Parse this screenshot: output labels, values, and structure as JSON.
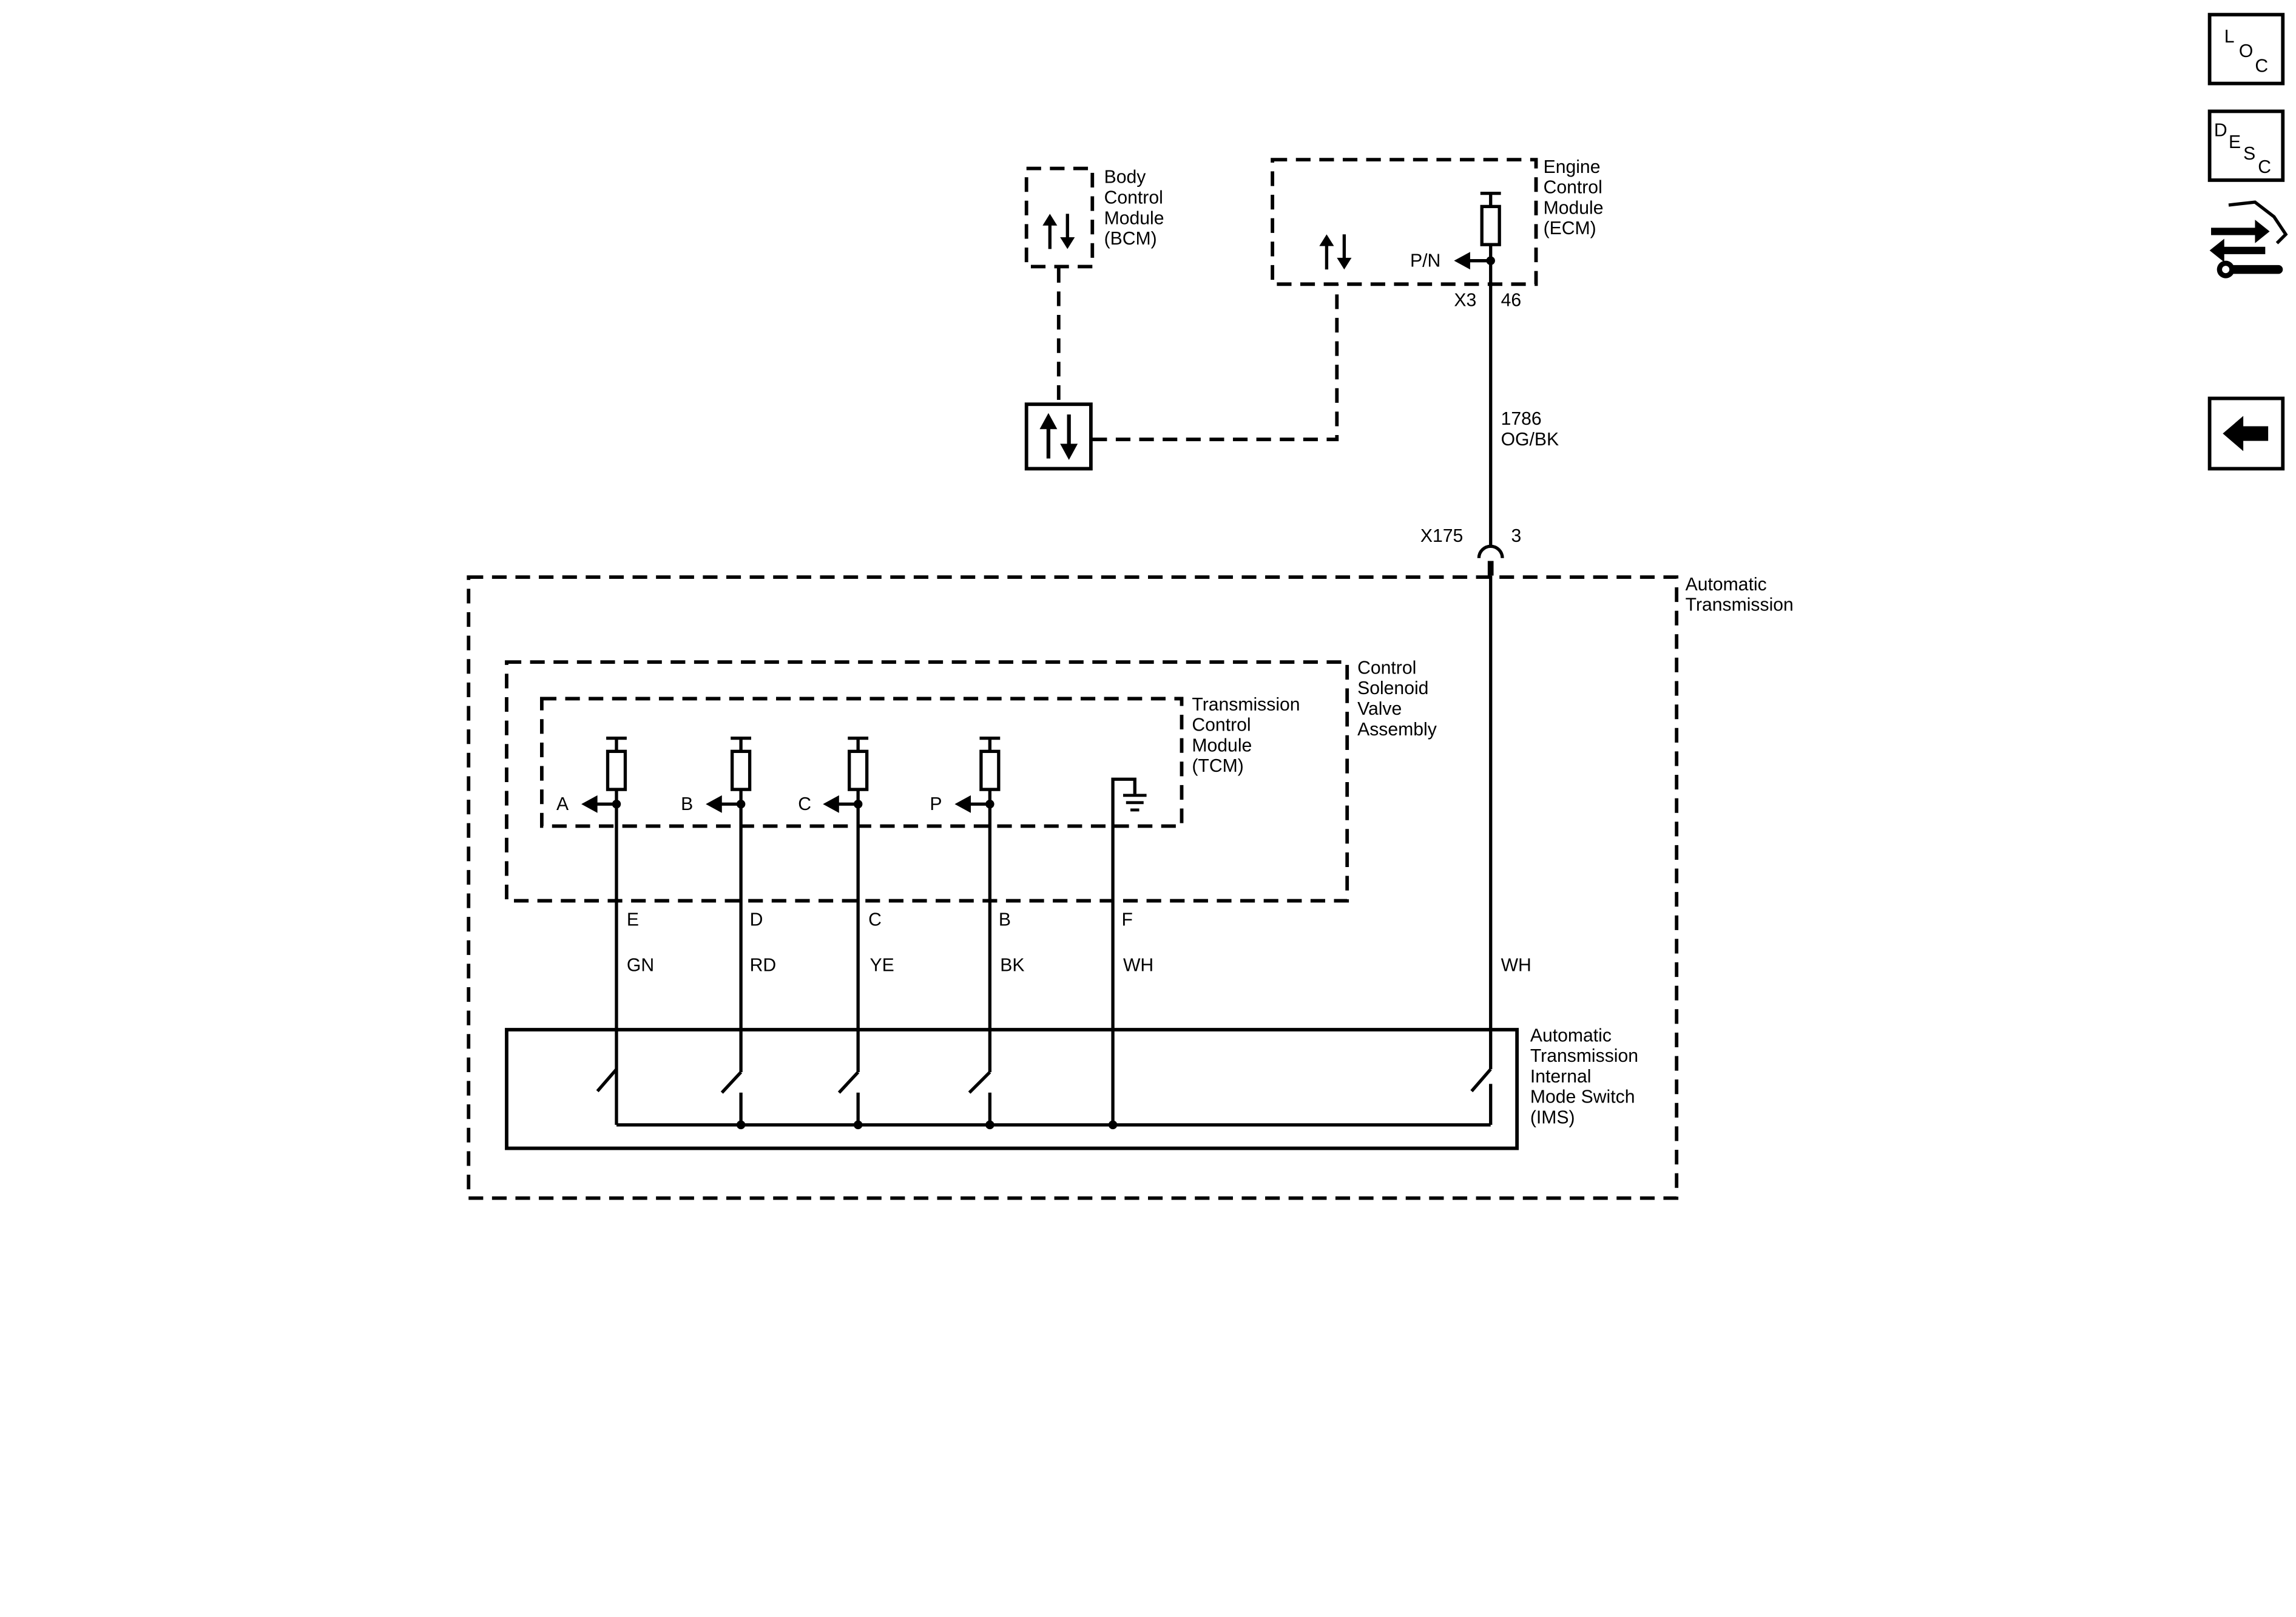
{
  "nav": {
    "loc": {
      "letters": [
        "L",
        "O",
        "C"
      ]
    },
    "desc": {
      "letters": [
        "D",
        "E",
        "S",
        "C"
      ]
    },
    "wrench_icon": "wrench-arrows-icon",
    "back_icon": "back-arrow-icon"
  },
  "modules": {
    "bcm": {
      "lines": [
        "Body",
        "Control",
        "Module",
        "(BCM)"
      ]
    },
    "ecm": {
      "lines": [
        "Engine",
        "Control",
        "Module",
        "(ECM)"
      ]
    },
    "transmission": {
      "lines": [
        "Automatic",
        "Transmission"
      ]
    },
    "csva": {
      "lines": [
        "Control",
        "Solenoid",
        "Valve",
        "Assembly"
      ]
    },
    "tcm": {
      "lines": [
        "Transmission",
        "Control",
        "Module",
        "(TCM)"
      ]
    },
    "ims": {
      "lines": [
        "Automatic",
        "Transmission",
        "Internal",
        "Mode Switch",
        "(IMS)"
      ]
    }
  },
  "ecm_circuit": {
    "signal": "P/N",
    "connector": "X3",
    "pin": "46",
    "circuit_number": "1786",
    "wire_color": "OG/BK"
  },
  "inline_connector": {
    "name": "X175",
    "pin": "3"
  },
  "ecm_ims_wire_color": "WH",
  "tcm_signals": [
    {
      "signal": "A",
      "pin": "E",
      "color": "GN"
    },
    {
      "signal": "B",
      "pin": "D",
      "color": "RD"
    },
    {
      "signal": "C",
      "pin": "C",
      "color": "YE"
    },
    {
      "signal": "P",
      "pin": "B",
      "color": "BK"
    }
  ],
  "tcm_ground": {
    "pin": "F",
    "color": "WH"
  }
}
